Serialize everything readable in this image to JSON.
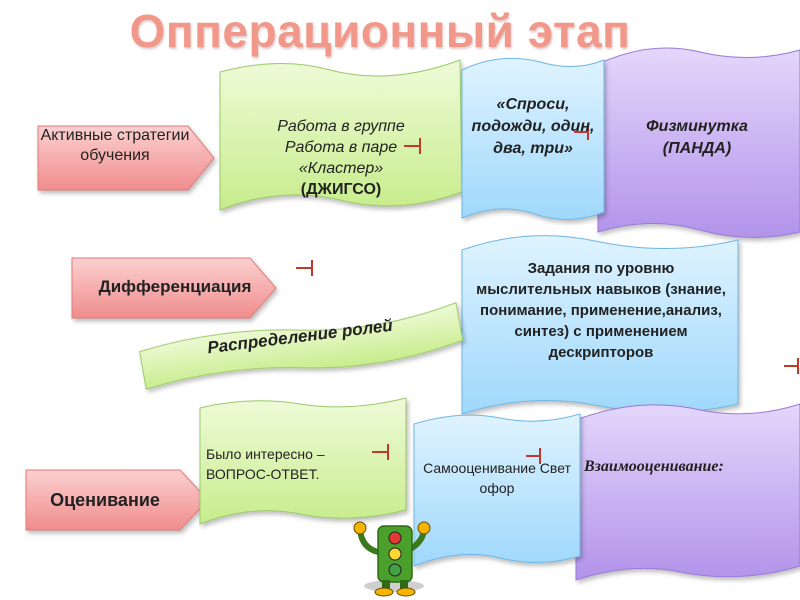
{
  "title": "Опперационный этап",
  "arrows": {
    "active": "Активные стратегии обучения",
    "diff": "Дифференциация",
    "eval": "Оценивание"
  },
  "banners": {
    "group": [
      "Работа в группе",
      "Работа в паре",
      "«Кластер»",
      "(ДЖИГСО)"
    ],
    "ask": "«Спроси, подожди, один, два, три»",
    "fiz": "Физминутка (ПАНДА)",
    "roles": "Распределение ролей",
    "tasks": "Задания по уровню мыслительных навыков (знание, понимание, применение,анализ, синтез) с применением дескрипторов",
    "interesting": "Было интересно – ВОПРОС-ОТВЕТ.",
    "self": "Самооценивание Светофор",
    "peer": "Взаимооценивание:"
  },
  "colors": {
    "title": "#f2988a",
    "arrow_fill": "#f7b4b4",
    "green_banner": "#dcf5b0",
    "blue_banner": "#bfe6ff",
    "violet_banner": "#c8aeee",
    "pen_mark": "#c0392b"
  },
  "icons": [
    "traffic-light-mascot-icon",
    "pen-mark-icon"
  ]
}
